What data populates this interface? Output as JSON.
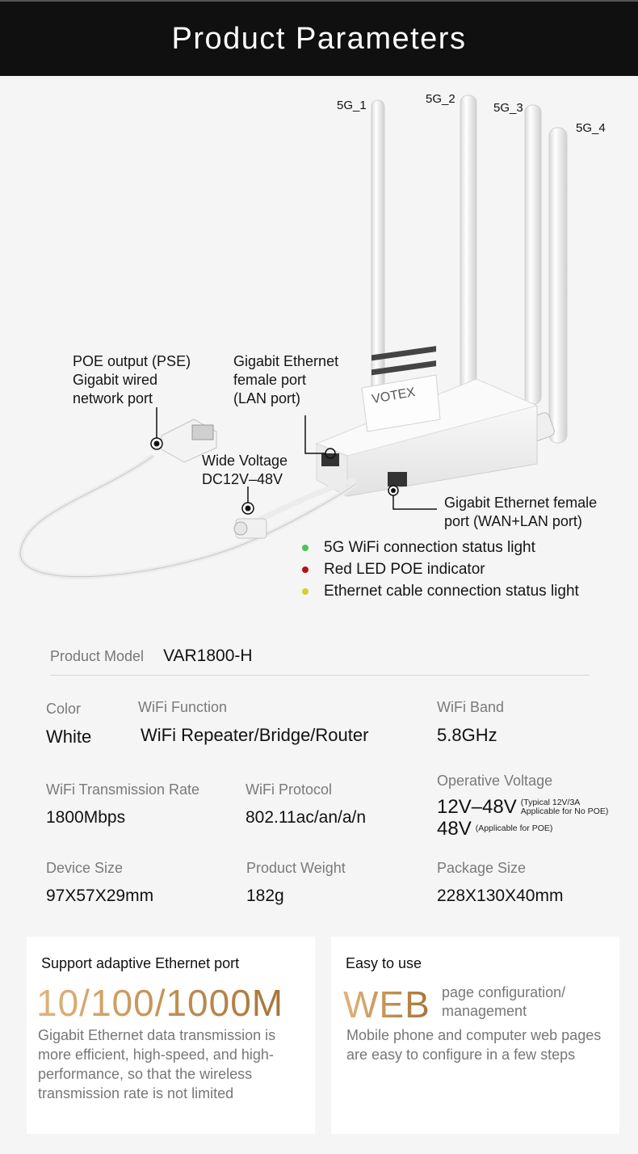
{
  "header": {
    "title": "Product Parameters"
  },
  "diagram": {
    "antennas": [
      "5G_1",
      "5G_2",
      "5G_3",
      "5G_4"
    ],
    "callouts": {
      "poe_output": [
        "POE output (PSE)",
        "Gigabit wired",
        "network port"
      ],
      "lan_port": [
        "Gigabit Ethernet",
        "female port",
        "(LAN port)"
      ],
      "wide_voltage": [
        "Wide Voltage",
        "DC12V–48V"
      ],
      "wan_lan_port": [
        "Gigabit Ethernet female",
        "port (WAN+LAN port)"
      ]
    },
    "brand_logo": "VOTEX",
    "legend": [
      {
        "label": "5G WiFi connection status light",
        "color": "#4cc25a"
      },
      {
        "label": "Red LED POE indicator",
        "color": "#b3121a"
      },
      {
        "label": "Ethernet cable connection status light",
        "color": "#d4cf2e"
      }
    ]
  },
  "specs": {
    "product_model": {
      "label": "Product Model",
      "value": "VAR1800-H"
    },
    "color": {
      "label": "Color",
      "value": "White"
    },
    "wifi_function": {
      "label": "WiFi Function",
      "value": "WiFi Repeater/Bridge/Router"
    },
    "wifi_band": {
      "label": "WiFi Band",
      "value": "5.8GHz"
    },
    "transmission_rate": {
      "label": "WiFi Transmission Rate",
      "value": "1800Mbps"
    },
    "wifi_protocol": {
      "label": "WiFi Protocol",
      "value": "802.11ac/an/a/n"
    },
    "operative_voltage": {
      "label": "Operative Voltage",
      "line1_value": "12V–48V",
      "line1_note_1": "(Typical 12V/3A",
      "line1_note_2": "Applicable for No POE)",
      "line2_value": "48V",
      "line2_note": "(Applicable for POE)"
    },
    "device_size": {
      "label": "Device Size",
      "value": "97X57X29mm"
    },
    "product_weight": {
      "label": "Product Weight",
      "value": "182g"
    },
    "package_size": {
      "label": "Package Size",
      "value": "228X130X40mm"
    }
  },
  "features": [
    {
      "title": "Support adaptive Ethernet port",
      "highlight": "10/100/1000M",
      "description": "Gigabit Ethernet data transmission is more efficient,  high-speed, and high-performance, so that the wireless transmission rate is not limited"
    },
    {
      "title": "Easy to use",
      "highlight": "WEB",
      "highlight_side_1": "page configuration/",
      "highlight_side_2": "management",
      "description": "Mobile phone and computer web pages are easy to configure in a few steps"
    }
  ],
  "colors": {
    "header_bg": "#101010",
    "gold_light": "#e1b47c",
    "gold_dark": "#a8733b"
  }
}
